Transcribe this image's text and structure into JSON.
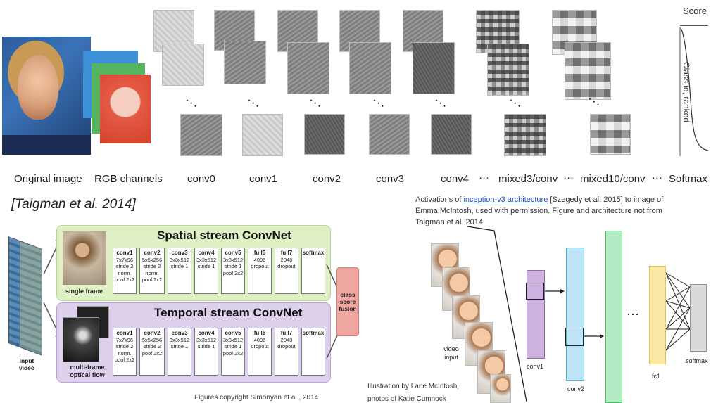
{
  "top_diagram": {
    "labels": [
      "Original image",
      "RGB channels",
      "conv0",
      "conv1",
      "conv2",
      "conv3",
      "conv4",
      "mixed3/conv",
      "mixed10/conv",
      "Softmax"
    ],
    "separator": "···",
    "score_label": "Score",
    "rank_label": "Class id, ranked"
  },
  "citation_left": "[Taigman et al. 2014]",
  "caption_top": {
    "prefix": "Activations of ",
    "link": "inception-v3 architecture",
    "suffix": " [Szegedy et al. 2015] to image of Emma McIntosh, used with permission. Figure and architecture not from Taigman et al. 2014."
  },
  "two_stream": {
    "input_label": "input video",
    "spatial_title": "Spatial stream ConvNet",
    "temporal_title": "Temporal stream ConvNet",
    "single_frame": "single frame",
    "multi_frame": "multi-frame optical flow",
    "fusion": "class score fusion",
    "layers": [
      {
        "name": "conv1",
        "detail": "7x7x96 stride 2 norm. pool 2x2"
      },
      {
        "name": "conv2",
        "detail": "5x5x256 stride 2 norm. pool 2x2"
      },
      {
        "name": "conv3",
        "detail": "3x3x512 stride 1"
      },
      {
        "name": "conv4",
        "detail": "3x3x512 stride 1"
      },
      {
        "name": "conv5",
        "detail": "3x3x512 stride 1 pool 2x2"
      },
      {
        "name": "full6",
        "detail": "4096 dropout"
      },
      {
        "name": "full7",
        "detail": "2048 dropout"
      },
      {
        "name": "softmax",
        "detail": ""
      }
    ],
    "temporal_layers": [
      {
        "name": "conv1",
        "detail": "7x7x96 stride 2 norm. pool 2x2"
      },
      {
        "name": "conv2",
        "detail": "5x5x256 stride 2 pool 2x2"
      },
      {
        "name": "conv3",
        "detail": "3x3x512 stride 1"
      },
      {
        "name": "conv4",
        "detail": "3x3x512 stride 1"
      },
      {
        "name": "conv5",
        "detail": "3x3x512 stride 1 pool 2x2"
      },
      {
        "name": "full6",
        "detail": "4096 dropout"
      },
      {
        "name": "full7",
        "detail": "2048 dropout"
      },
      {
        "name": "softmax",
        "detail": ""
      }
    ],
    "copyright": "Figures copyright Simonyan et al., 2014."
  },
  "video_net": {
    "video_input": "video input",
    "conv1": "conv1",
    "conv2": "conv2",
    "fc1": "fc1",
    "softmax": "softmax",
    "dots": "···",
    "illustration_line1": "Illustration by Lane McIntosh,",
    "illustration_line2": "photos of Katie Cumnock"
  },
  "colors": {
    "spatial_bg": "#dff0c4",
    "temporal_bg": "#ddd0ec",
    "fusion_bg": "#f0a7a1",
    "conv1_fill": "#cdb1df",
    "conv2_fill": "#bfe5f6",
    "fc_green": "#b5ebc4",
    "fc1_fill": "#fbe9a8",
    "softmax_fill": "#d9d9d9",
    "link": "#1a55c7"
  }
}
